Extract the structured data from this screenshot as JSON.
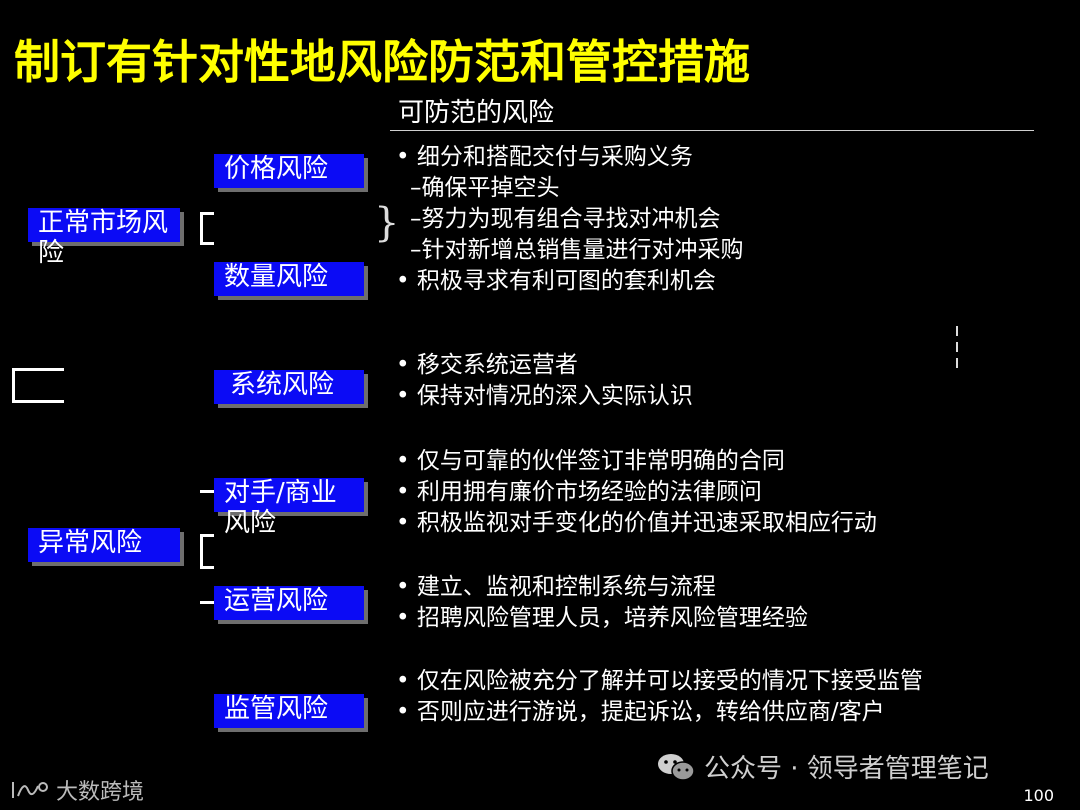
{
  "title": "制订有针对性地风险防范和管控措施",
  "column_header": "可防范的风险",
  "categories": {
    "normal": "正常市场风险",
    "abnormal": "异常风险"
  },
  "risks": {
    "price": "价格风险",
    "quantity": "数量风险",
    "system": "系统风险",
    "counterparty": "对手/商业风险",
    "operation": "运营风险",
    "regulatory": "监管风险"
  },
  "measures": {
    "market": [
      "• 细分和搭配交付与采购义务",
      "–确保平掉空头",
      "–努力为现有组合寻找对冲机会",
      "–针对新增总销售量进行对冲采购",
      "• 积极寻求有利可图的套利机会"
    ],
    "system": [
      "• 移交系统运营者",
      "• 保持对情况的深入实际认识"
    ],
    "counterparty": [
      "• 仅与可靠的伙伴签订非常明确的合同",
      "• 利用拥有廉价市场经验的法律顾问",
      "• 积极监视对手变化的价值并迅速采取相应行动"
    ],
    "operation": [
      "• 建立、监视和控制系统与流程",
      "• 招聘风险管理人员，培养风险管理经验"
    ],
    "regulatory": [
      "• 仅在风险被充分了解并可以接受的情况下接受监管",
      "• 否则应进行游说，提起诉讼，转给供应商/客户"
    ]
  },
  "watermark": "公众号 · 领导者管理笔记",
  "brand": "大数跨境",
  "page_number": "100"
}
